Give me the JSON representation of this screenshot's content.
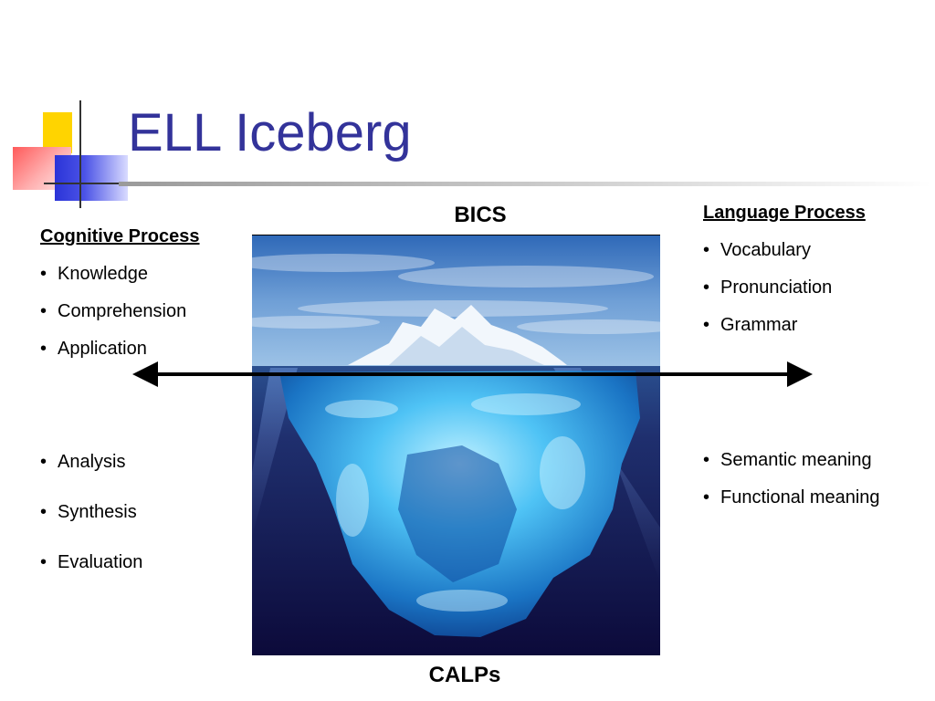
{
  "slide": {
    "title": "ELL Iceberg",
    "top_label": "BICS",
    "bottom_label": "CALPs"
  },
  "cognitive": {
    "heading": "Cognitive Process",
    "above": [
      "Knowledge",
      "Comprehension",
      "Application"
    ],
    "below": [
      "Analysis",
      "Synthesis",
      "Evaluation"
    ]
  },
  "language": {
    "heading": "Language Process",
    "above": [
      "Vocabulary",
      "Pronunciation",
      "Grammar"
    ],
    "below": [
      "Semantic meaning",
      "Functional meaning"
    ]
  },
  "colors": {
    "title": "#33339a",
    "sky": "#5f8fcf",
    "water_deep": "#120f4a",
    "ice": "#6fd0ff"
  },
  "icons": {
    "logo": "decorative-squares-logo",
    "arrow": "double-headed-arrow",
    "image": "iceberg-photo"
  }
}
